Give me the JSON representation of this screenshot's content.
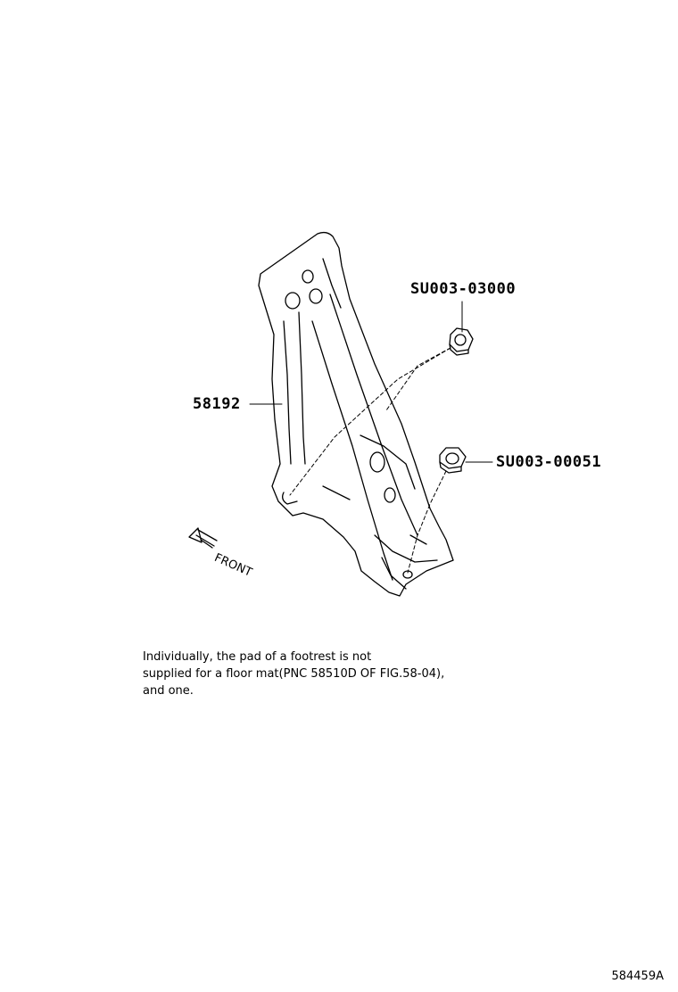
{
  "parts": {
    "bracket": "58192",
    "nut_upper": "SU003-03000",
    "nut_lower": "SU003-00051"
  },
  "orientation": {
    "label": "FRONT",
    "icon": "front-arrow-icon"
  },
  "note": {
    "lines": [
      "Individually, the pad of a footrest is not",
      "supplied for a floor mat(PNC 58510D OF FIG.58-04),",
      "and one."
    ]
  },
  "figure_id": "584459A",
  "colors": {
    "line": "#000000",
    "background": "#ffffff"
  }
}
